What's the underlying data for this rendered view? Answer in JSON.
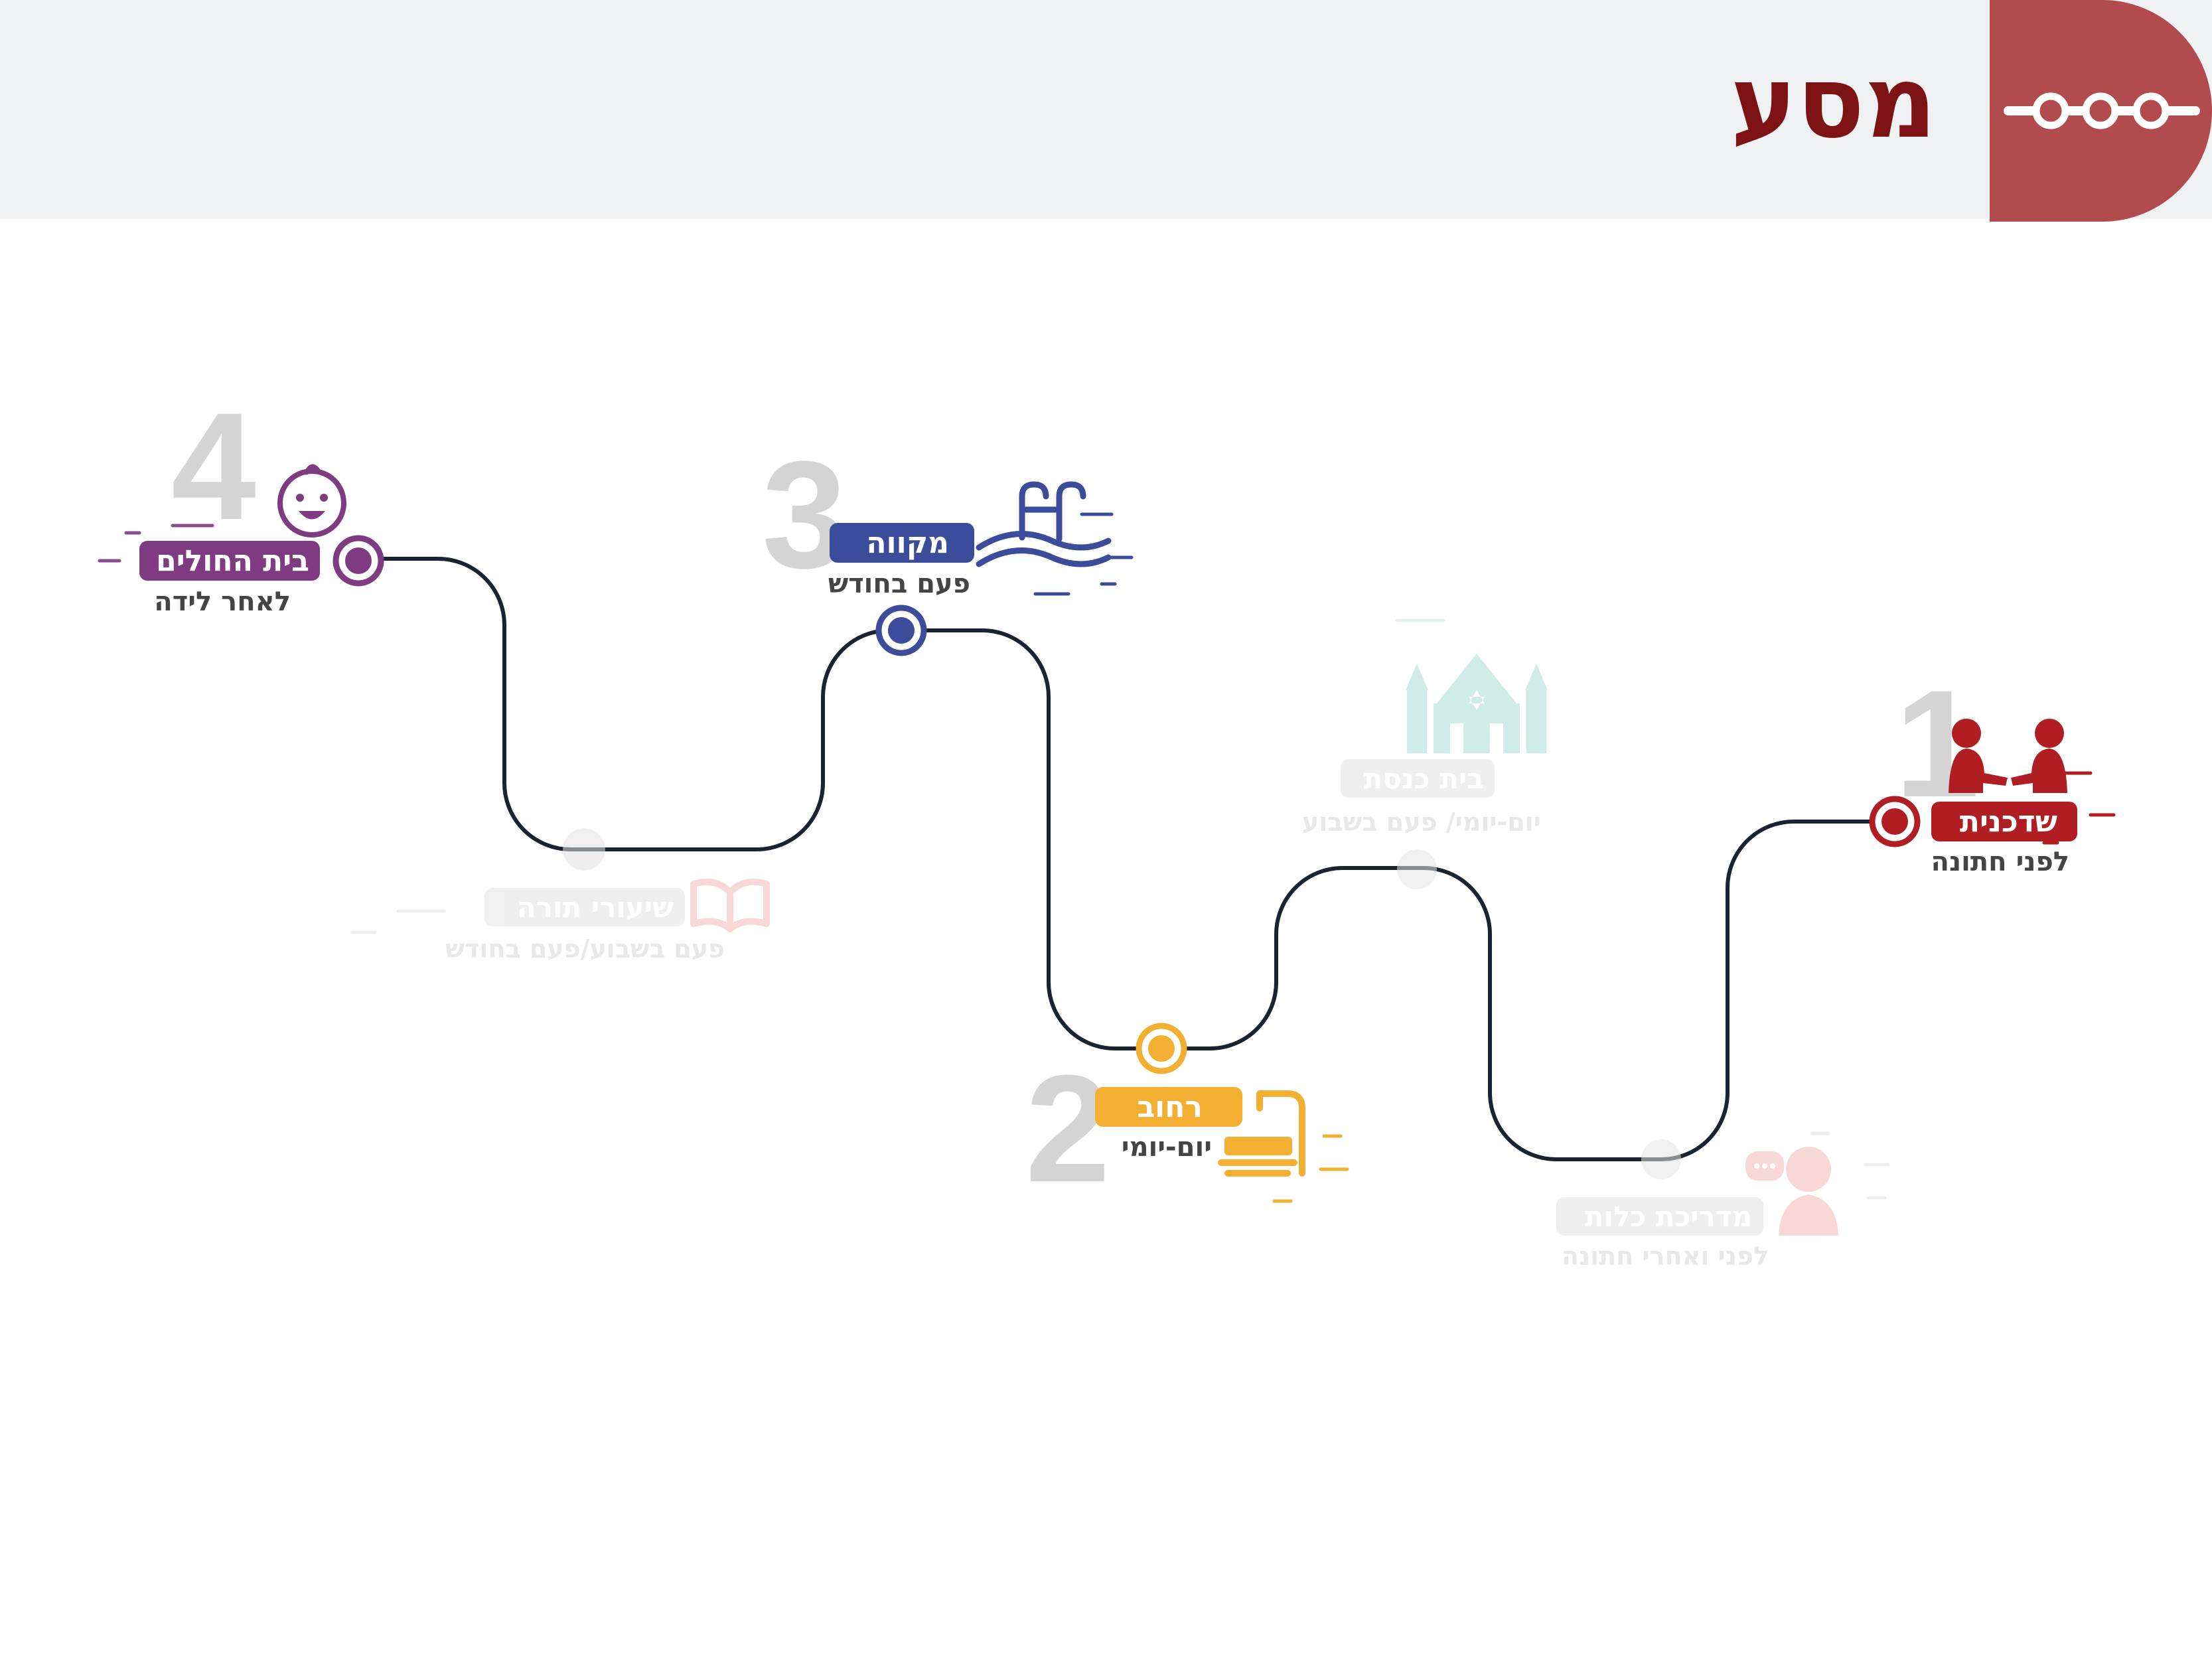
{
  "header": {
    "title": "מסע"
  },
  "stations": [
    {
      "id": 1,
      "number": "1",
      "name": "שדכנית",
      "subtitle": "לפני חתונה",
      "color": "#b01e23",
      "active": true,
      "icon": "matchmaker-icon"
    },
    {
      "id": 2,
      "number": "2",
      "name": "רחוב",
      "subtitle": "יום-יומי",
      "color": "#f3af31",
      "active": true,
      "icon": "bench-icon"
    },
    {
      "id": 3,
      "number": "3",
      "name": "מקווה",
      "subtitle": "פעם בחודש",
      "color": "#3b4c9b",
      "active": true,
      "icon": "pool-icon"
    },
    {
      "id": 4,
      "number": "4",
      "name": "בית החולים",
      "subtitle": "לאחר לידה",
      "color": "#7f3b82",
      "active": true,
      "icon": "baby-icon"
    },
    {
      "id": 5,
      "number": "",
      "name": "בית כנסת",
      "subtitle": "יום-יומי/ פעם בשבוע",
      "color": "#a8ddd3",
      "active": false,
      "icon": "synagogue-icon"
    },
    {
      "id": 6,
      "number": "",
      "name": "מדריכת כלות",
      "subtitle": "לפני ואחרי חתונה",
      "color": "#f3b7b7",
      "active": false,
      "icon": "counselor-icon"
    },
    {
      "id": 7,
      "number": "",
      "name": "שיעורי תורה",
      "subtitle": "פעם בשבוע/פעם בחודש",
      "color": "#f3b7b7",
      "active": false,
      "icon": "book-icon"
    }
  ],
  "colors": {
    "path": "#1a2331",
    "header_bg": "#f0f1f3",
    "title": "#7d1315",
    "logo": "#b24b4e",
    "inactive_badge": "#e3e3e3",
    "inactive_text": "#d6d6d6",
    "sub_text_active": "#444444"
  }
}
